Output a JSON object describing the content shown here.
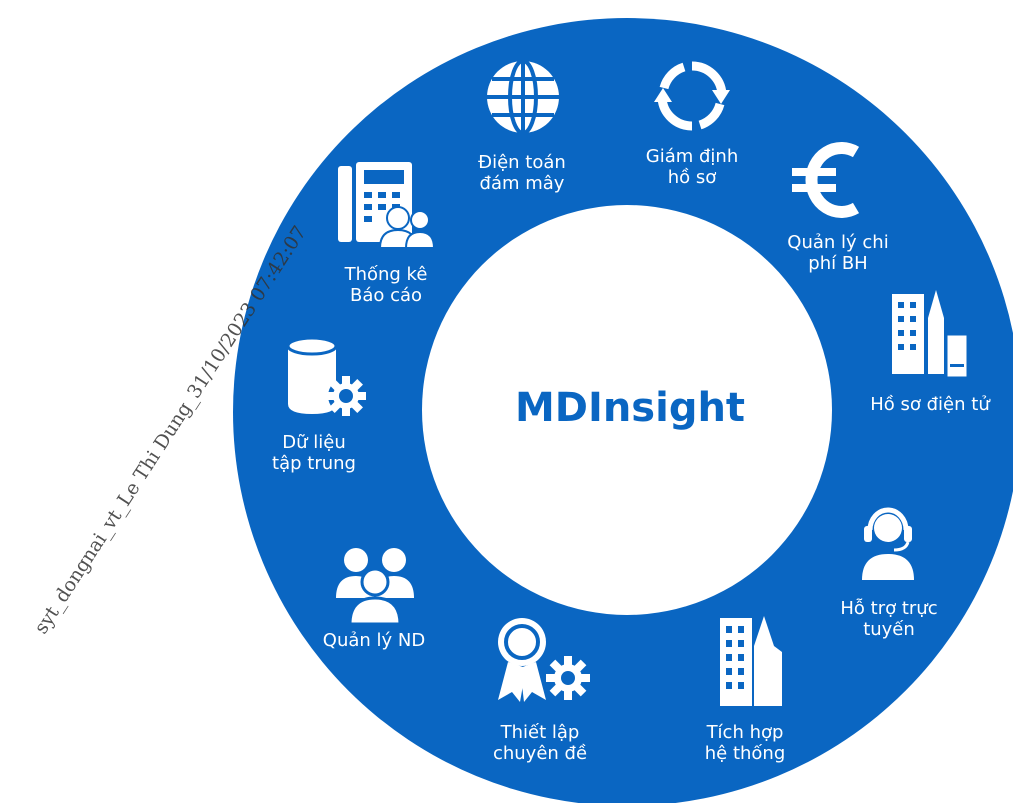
{
  "center": {
    "title": "MDInsight"
  },
  "colors": {
    "ring": "#0a66c2",
    "inner": "#ffffff",
    "text": "#ffffff",
    "title": "#0a66c2"
  },
  "items": [
    {
      "icon": "globe-icon",
      "lines": [
        "Điện toán",
        "đám mây"
      ]
    },
    {
      "icon": "refresh-icon",
      "lines": [
        "Giám định",
        "hồ sơ"
      ]
    },
    {
      "icon": "euro-icon",
      "lines": [
        "Quản lý chi",
        "phí BH"
      ]
    },
    {
      "icon": "buildings-document-icon",
      "lines": [
        "Hồ sơ điện tử"
      ]
    },
    {
      "icon": "headset-user-icon",
      "lines": [
        "Hỗ trợ trực",
        "tuyến"
      ]
    },
    {
      "icon": "city-buildings-icon",
      "lines": [
        "Tích hợp",
        "hệ thống"
      ]
    },
    {
      "icon": "award-gear-icon",
      "lines": [
        "Thiết lập",
        "chuyên đề"
      ]
    },
    {
      "icon": "user-group-icon",
      "lines": [
        "Quản lý ND"
      ]
    },
    {
      "icon": "database-gear-icon",
      "lines": [
        "Dữ liệu",
        "tập trung"
      ]
    },
    {
      "icon": "phone-users-icon",
      "lines": [
        "Thống kê",
        "Báo cáo"
      ]
    }
  ],
  "watermark": "syt_dongnai_vt_Le Thi Dung_31/10/2023 07:42:07"
}
